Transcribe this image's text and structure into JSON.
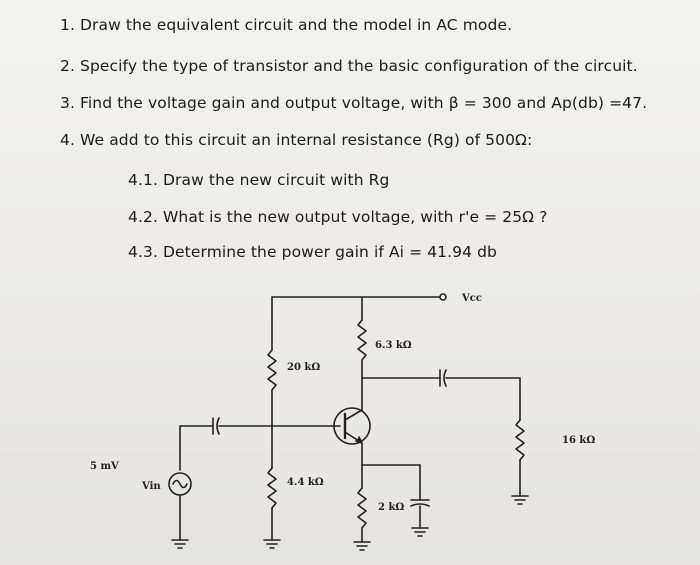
{
  "questions": {
    "q1": "1. Draw the equivalent circuit and the model in AC mode.",
    "q2": "2. Specify the type of transistor and the basic configuration of the circuit.",
    "q3": "3. Find the voltage gain and output voltage, with β = 300 and Ap(db) =47.",
    "q4": "4. We add to this circuit an internal resistance (Rg) of 500Ω:",
    "s1": "4.1. Draw the new circuit with Rg",
    "s2": "4.2. What is the new output voltage, with r'e = 25Ω ?",
    "s3": "4.3. Determine the power gain if Ai = 41.94 db"
  },
  "circuit": {
    "vcc": "Vcc",
    "r_collector": "6.3 kΩ",
    "r_bias_top": "20 kΩ",
    "r_bias_bottom": "4.4 kΩ",
    "r_emitter": "2 kΩ",
    "r_load": "16 kΩ",
    "source_amplitude": "5 mV",
    "source_label": "Vin"
  }
}
